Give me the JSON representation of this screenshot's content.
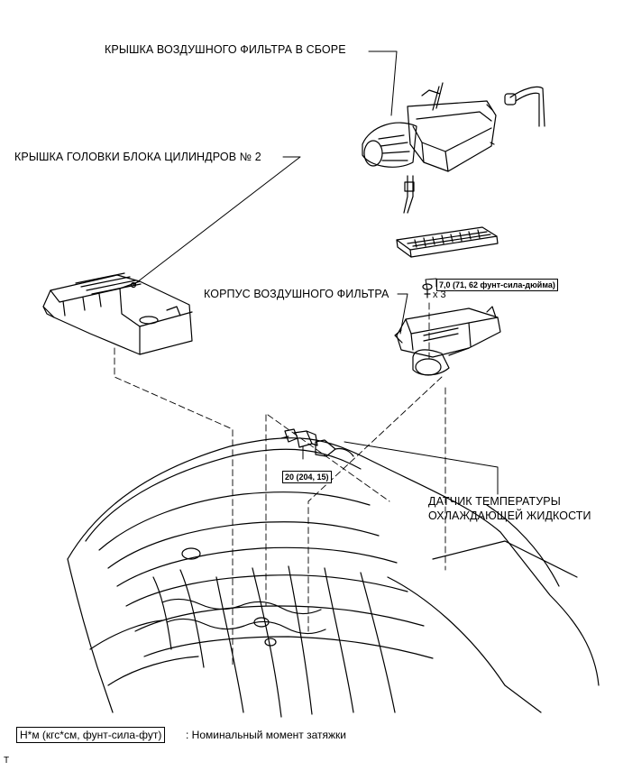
{
  "labels": {
    "air_filter_cap": "КРЫШКА ВОЗДУШНОГО ФИЛЬТРА В СБОРЕ",
    "cylinder_head_cover": "КРЫШКА ГОЛОВКИ БЛОКА ЦИЛИНДРОВ № 2",
    "air_cleaner_case": "КОРПУС ВОЗДУШНОГО ФИЛЬТРА",
    "coolant_sensor_line1": "ДАТЧИК ТЕМПЕРАТУРЫ",
    "coolant_sensor_line2": "ОХЛАЖДАЮЩЕЙ ЖИДКОСТИ"
  },
  "torque": {
    "case_bolt": "7,0 (71, 62 фунт-сила-дюйма)",
    "bolt_qty": "x 3",
    "sensor": "20 (204, 15)"
  },
  "legend": {
    "symbol": "Н*м (кгс*см, фунт-сила-фут)",
    "text": ": Номинальный момент затяжки"
  },
  "corner_mark": "T"
}
